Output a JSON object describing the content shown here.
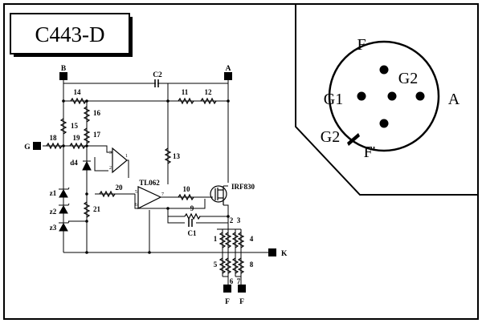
{
  "title": "C443-D",
  "pins": {
    "B": "B",
    "A": "A",
    "G": "G",
    "K": "K",
    "F1": "F",
    "F2": "F"
  },
  "components": {
    "r14": "14",
    "r15": "15",
    "r16": "16",
    "r17": "17",
    "r18": "18",
    "r19": "19",
    "r11": "11",
    "r12": "12",
    "r13": "13",
    "r20": "20",
    "r21": "21",
    "r10": "10",
    "r9": "9",
    "c2": "C2",
    "c1": "C1",
    "d4": "d4",
    "z1": "z1",
    "z2": "z2",
    "z3": "z3",
    "ic": "TL062",
    "mosfet": "IRF830",
    "r1": "1",
    "r2": "2",
    "r3": "3",
    "r4": "4",
    "r5": "5",
    "r6": "6",
    "r7": "7",
    "r8": "8"
  },
  "socket": {
    "F_top": "F",
    "G2_top": "G2",
    "G1": "G1",
    "A": "A",
    "G2_key": "G2",
    "F_bottom": "F'"
  }
}
